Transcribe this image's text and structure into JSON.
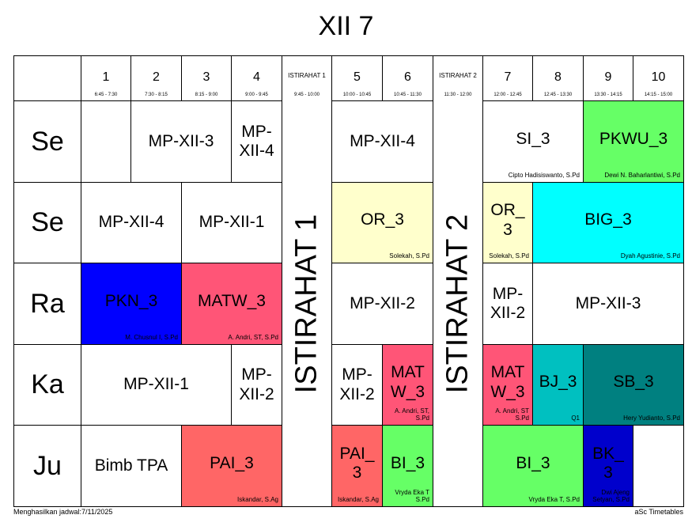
{
  "title": "XII 7",
  "periods": [
    {
      "label": "1",
      "time": "6:45 - 7:30"
    },
    {
      "label": "2",
      "time": "7:30 - 8:15"
    },
    {
      "label": "3",
      "time": "8:15 - 9:00"
    },
    {
      "label": "4",
      "time": "9:00 - 9:45"
    },
    {
      "label": "ISTIRAHAT 1",
      "time": "9:45 - 10:00"
    },
    {
      "label": "5",
      "time": "10:00 - 10:45"
    },
    {
      "label": "6",
      "time": "10:45 - 11:30"
    },
    {
      "label": "ISTIRAHAT 2",
      "time": "11:30 - 12:00"
    },
    {
      "label": "7",
      "time": "12:00 - 12:45"
    },
    {
      "label": "8",
      "time": "12:45 - 13:30"
    },
    {
      "label": "9",
      "time": "13:30 - 14:15"
    },
    {
      "label": "10",
      "time": "14:15 - 15:00"
    }
  ],
  "days": [
    "Se",
    "Se",
    "Ra",
    "Ka",
    "Ju"
  ],
  "break_labels": [
    "ISTIRAHAT 1",
    "ISTIRAHAT 2"
  ],
  "lessons": [
    {
      "day": 0,
      "start": 2,
      "span": 2,
      "subject": "MP-XII-3",
      "teacher": "",
      "color": "#ffffff"
    },
    {
      "day": 0,
      "start": 4,
      "span": 1,
      "subject": "MP-\nXII-4",
      "teacher": "",
      "color": "#ffffff"
    },
    {
      "day": 0,
      "start": 5,
      "span": 2,
      "subject": "MP-XII-4",
      "teacher": "",
      "color": "#ffffff"
    },
    {
      "day": 0,
      "start": 7,
      "span": 2,
      "subject": "SI_3",
      "teacher": "Cipto Hadisiswanto, S.Pd",
      "color": "#ffffff"
    },
    {
      "day": 0,
      "start": 9,
      "span": 2,
      "subject": "PKWU_3",
      "teacher": "Dewi N. Baharlantiwi, S.Pd",
      "color": "#66ff66"
    },
    {
      "day": 1,
      "start": 1,
      "span": 2,
      "subject": "MP-XII-4",
      "teacher": "",
      "color": "#ffffff"
    },
    {
      "day": 1,
      "start": 3,
      "span": 2,
      "subject": "MP-XII-1",
      "teacher": "",
      "color": "#ffffff"
    },
    {
      "day": 1,
      "start": 5,
      "span": 2,
      "subject": "OR_3",
      "teacher": "Solekah, S.Pd",
      "color": "#ffffcc"
    },
    {
      "day": 1,
      "start": 7,
      "span": 1,
      "subject": "OR_\n3",
      "teacher": "Solekah, S.Pd",
      "color": "#ffffcc"
    },
    {
      "day": 1,
      "start": 8,
      "span": 3,
      "subject": "BIG_3",
      "teacher": "Dyah Agustinie, S.Pd",
      "color": "#00ffff"
    },
    {
      "day": 2,
      "start": 1,
      "span": 2,
      "subject": "PKN_3",
      "teacher": "M. Chusnul I, S.Pd",
      "color": "#0000ff"
    },
    {
      "day": 2,
      "start": 3,
      "span": 2,
      "subject": "MATW_3",
      "teacher": "A. Andri, ST, S.Pd",
      "color": "#ff5577"
    },
    {
      "day": 2,
      "start": 5,
      "span": 2,
      "subject": "MP-XII-2",
      "teacher": "",
      "color": "#ffffff"
    },
    {
      "day": 2,
      "start": 7,
      "span": 1,
      "subject": "MP-\nXII-2",
      "teacher": "",
      "color": "#ffffff"
    },
    {
      "day": 2,
      "start": 8,
      "span": 3,
      "subject": "MP-XII-3",
      "teacher": "",
      "color": "#ffffff"
    },
    {
      "day": 3,
      "start": 1,
      "span": 3,
      "subject": "MP-XII-1",
      "teacher": "",
      "color": "#ffffff"
    },
    {
      "day": 3,
      "start": 4,
      "span": 1,
      "subject": "MP-\nXII-2",
      "teacher": "",
      "color": "#ffffff"
    },
    {
      "day": 3,
      "start": 5,
      "span": 1,
      "subject": "MP-\nXII-2",
      "teacher": "",
      "color": "#ffffff"
    },
    {
      "day": 3,
      "start": 6,
      "span": 1,
      "subject": "MAT\nW_3",
      "teacher": "A. Andri, ST,\nS.Pd",
      "color": "#ff5577"
    },
    {
      "day": 3,
      "start": 7,
      "span": 1,
      "subject": "MAT\nW_3",
      "teacher": "A. Andri, ST\nS.Pd",
      "color": "#ff5577"
    },
    {
      "day": 3,
      "start": 8,
      "span": 1,
      "subject": "BJ_3",
      "teacher": "Q1",
      "color": "#00c0c0"
    },
    {
      "day": 3,
      "start": 9,
      "span": 2,
      "subject": "SB_3",
      "teacher": "Hery Yudianto, S.Pd",
      "color": "#008080"
    },
    {
      "day": 4,
      "start": 1,
      "span": 2,
      "subject": "Bimb TPA",
      "teacher": "",
      "color": "#ffffff"
    },
    {
      "day": 4,
      "start": 3,
      "span": 2,
      "subject": "PAI_3",
      "teacher": "Iskandar, S.Ag",
      "color": "#ff6666"
    },
    {
      "day": 4,
      "start": 5,
      "span": 1,
      "subject": "PAI_\n3",
      "teacher": "Iskandar, S.Ag",
      "color": "#ff6666"
    },
    {
      "day": 4,
      "start": 6,
      "span": 1,
      "subject": "BI_3",
      "teacher": "Vryda Eka T\nS.Pd",
      "color": "#66ff66"
    },
    {
      "day": 4,
      "start": 7,
      "span": 2,
      "subject": "BI_3",
      "teacher": "Vryda Eka T, S.Pd",
      "color": "#66ff66"
    },
    {
      "day": 4,
      "start": 9,
      "span": 1,
      "subject": "BK_\n3",
      "teacher": "Dwi Ajeng\nSetyan, S.Pd",
      "color": "#0000cc"
    }
  ],
  "footer": {
    "left": "Menghasilkan jadwal:7/11/2025",
    "right": "aSc Timetables"
  }
}
